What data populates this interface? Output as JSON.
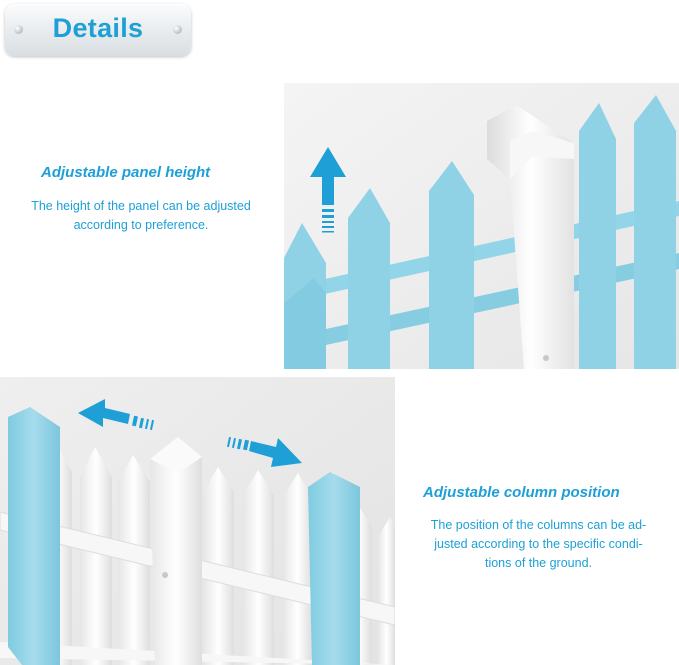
{
  "badge": {
    "title": "Details"
  },
  "sections": [
    {
      "heading": "Adjustable panel height",
      "description": [
        "The height of the panel can be adjusted",
        "according to preference."
      ]
    },
    {
      "heading": "Adjustable column position",
      "description": [
        "The position of the columns can be ad-",
        "justed according to the specific condi-",
        "tions of the ground."
      ]
    }
  ],
  "colors": {
    "accent": "#1ea0d6",
    "highlight": "#8fd2e5",
    "fence": "#ffffff"
  },
  "icons": [
    "arrow-up-icon",
    "arrow-left-icon",
    "arrow-right-icon",
    "screw-icon"
  ]
}
